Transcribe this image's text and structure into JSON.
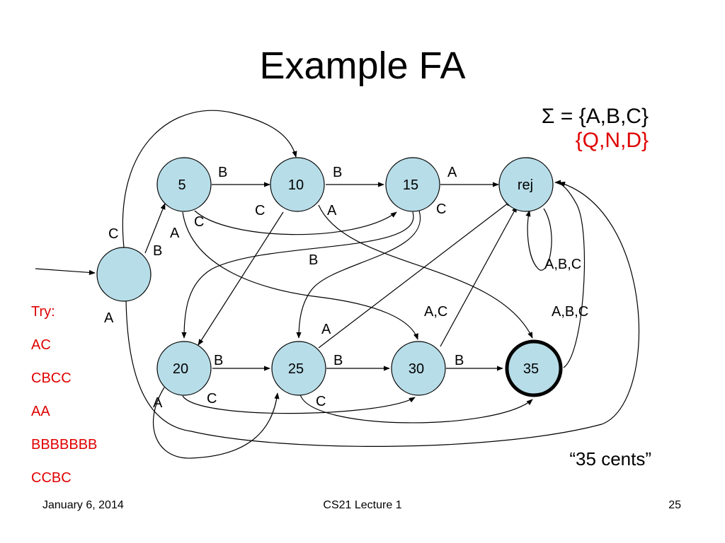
{
  "title": "Example FA",
  "alphabet": "Σ = {A,B,C}",
  "alphabet_alt": "{Q,N,D}",
  "states": [
    {
      "id": "start",
      "label": ""
    },
    {
      "id": "s5",
      "label": "5"
    },
    {
      "id": "s10",
      "label": "10"
    },
    {
      "id": "s15",
      "label": "15"
    },
    {
      "id": "rej",
      "label": "rej"
    },
    {
      "id": "s20",
      "label": "20"
    },
    {
      "id": "s25",
      "label": "25"
    },
    {
      "id": "s30",
      "label": "30"
    },
    {
      "id": "s35",
      "label": "35",
      "accepting": true
    }
  ],
  "edge_labels": {
    "start_5_c": "C",
    "start_5_b": "B",
    "start_5_a_mid": "A",
    "start_20_a": "A",
    "b_5_10": "B",
    "b_10_15": "B",
    "a_15_rej": "A",
    "c_5_15": "C",
    "c_10_20": "C",
    "a_10_35": "A",
    "c_15_20": "C",
    "b_15_25": "B",
    "a_20_rej": "A",
    "ac_25_rej": "A,C",
    "abc_rej_loop": "A,B,C",
    "abc_35_rej": "A,B,C",
    "b_20_25": "B",
    "b_25_30": "B",
    "b_30_35": "B",
    "c_20_30": "C",
    "c_25_35": "C",
    "a_20_25": "A"
  },
  "try": {
    "heading": "Try:",
    "items": [
      "AC",
      "CBCC",
      "AA",
      "BBBBBBB",
      "CCBC"
    ]
  },
  "caption": "“35 cents”",
  "footer": {
    "date": "January 6,  2014",
    "course": "CS21 Lecture 1",
    "page": "25"
  },
  "colors": {
    "state_fill": "#b7dde8",
    "highlight_text": "#e00000"
  }
}
